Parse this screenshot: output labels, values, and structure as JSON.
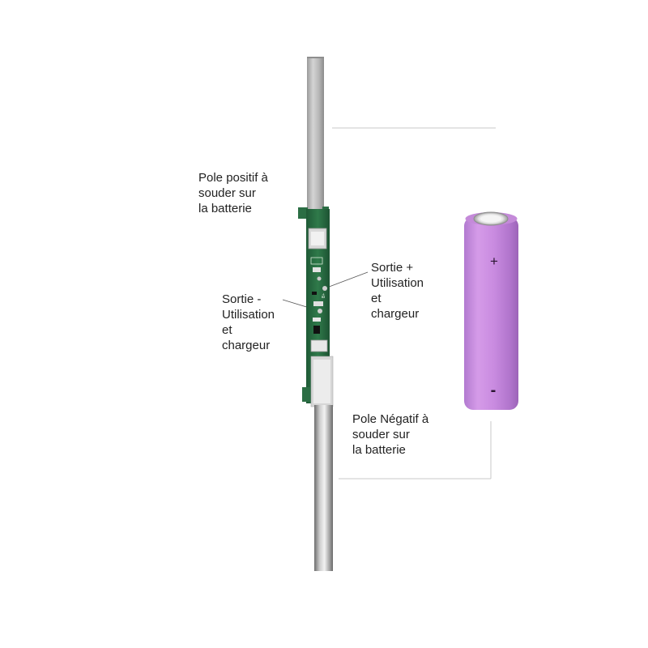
{
  "labels": {
    "positive_pole": [
      "Pole positif à",
      "souder sur",
      "la batterie"
    ],
    "output_plus": [
      "Sortie +",
      "Utilisation",
      "et",
      "chargeur"
    ],
    "output_minus": [
      "Sortie -",
      "Utilisation",
      "et",
      "chargeur"
    ],
    "negative_pole": [
      "Pole Négatif à",
      "souder sur",
      "la batterie"
    ]
  },
  "battery": {
    "plus_sign": "+",
    "minus_sign": "-",
    "color": "#c98be0"
  },
  "pcb": {
    "color": "#2f7a4a",
    "silkscreen": [
      "B+",
      "B-"
    ]
  },
  "colors": {
    "nickel_strip": "#b9b9b9",
    "leader_line": "#c8c8c8"
  }
}
